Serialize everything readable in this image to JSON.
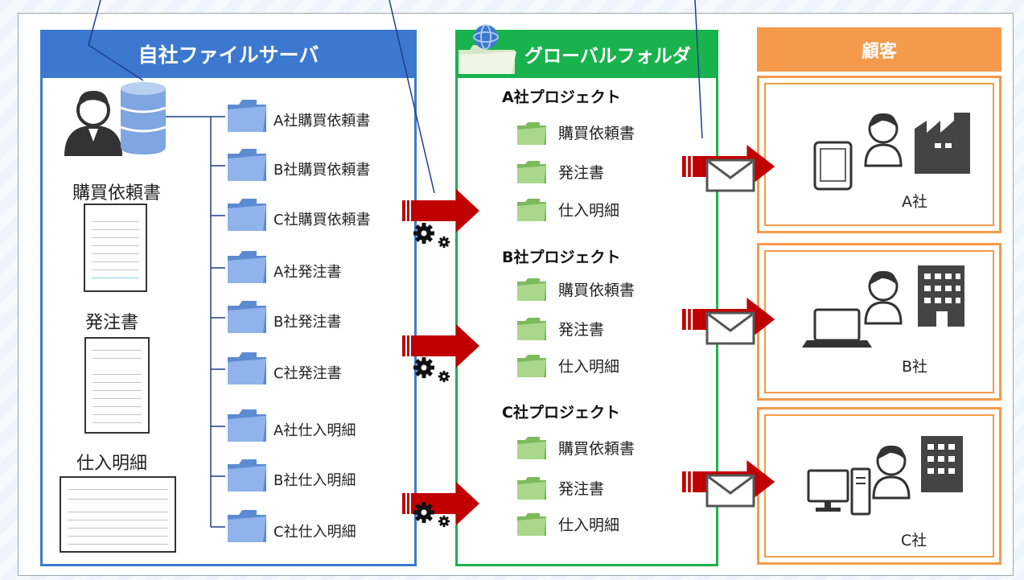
{
  "own_server": {
    "title": "自社ファイルサーバ",
    "documents": [
      {
        "label": "購買依頼書"
      },
      {
        "label": "発注書"
      },
      {
        "label": "仕入明細"
      }
    ],
    "folders": [
      {
        "label": "A社購買依頼書"
      },
      {
        "label": "B社購買依頼書"
      },
      {
        "label": "C社購買依頼書"
      },
      {
        "label": "A社発注書"
      },
      {
        "label": "B社発注書"
      },
      {
        "label": "C社発注書"
      },
      {
        "label": "A社仕入明細"
      },
      {
        "label": "B社仕入明細"
      },
      {
        "label": "C社仕入明細"
      }
    ]
  },
  "global_folder": {
    "title": "グローバルフォルダ",
    "projects": [
      {
        "title": "A社プロジェクト",
        "items": [
          "購買依頼書",
          "発注書",
          "仕入明細"
        ]
      },
      {
        "title": "B社プロジェクト",
        "items": [
          "購買依頼書",
          "発注書",
          "仕入明細"
        ]
      },
      {
        "title": "C社プロジェクト",
        "items": [
          "購買依頼書",
          "発注書",
          "仕入明細"
        ]
      }
    ]
  },
  "customers": {
    "title": "顧客",
    "items": [
      {
        "name": "A社",
        "device": "tablet-icon",
        "building": "factory-icon"
      },
      {
        "name": "B社",
        "device": "laptop-icon",
        "building": "office-building-icon"
      },
      {
        "name": "C社",
        "device": "desktop-pc-icon",
        "building": "office-building-icon"
      }
    ]
  },
  "colors": {
    "own_server": "#3d78d0",
    "global_folder": "#19b34d",
    "customers": "#f59a4a",
    "arrow": "#c00000",
    "folder": "#7ea6e0",
    "global_item_folder": "#9ed07e"
  }
}
